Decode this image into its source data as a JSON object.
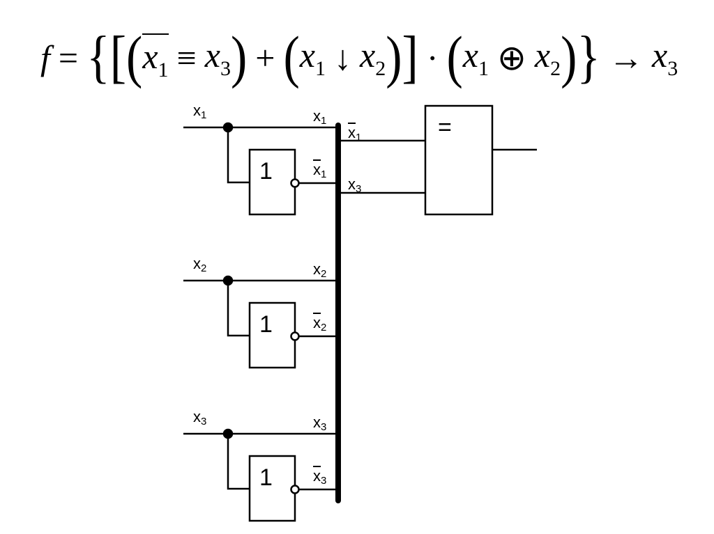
{
  "formula": {
    "f": "f",
    "eq": "=",
    "brace_open": "{",
    "bracket_open": "[",
    "paren_open": "(",
    "paren_close": ")",
    "bracket_close": "]",
    "brace_close": "}",
    "x": "x",
    "sub1": "1",
    "sub2": "2",
    "sub3": "3",
    "equiv": "≡",
    "plus": "+",
    "nor": "↓",
    "dot": "·",
    "xor": "⊕",
    "implies": "→"
  },
  "circuit": {
    "var": "x",
    "inputs": [
      "1",
      "2",
      "3"
    ],
    "not_gate_label": "1",
    "equivalence_gate_label": "="
  }
}
